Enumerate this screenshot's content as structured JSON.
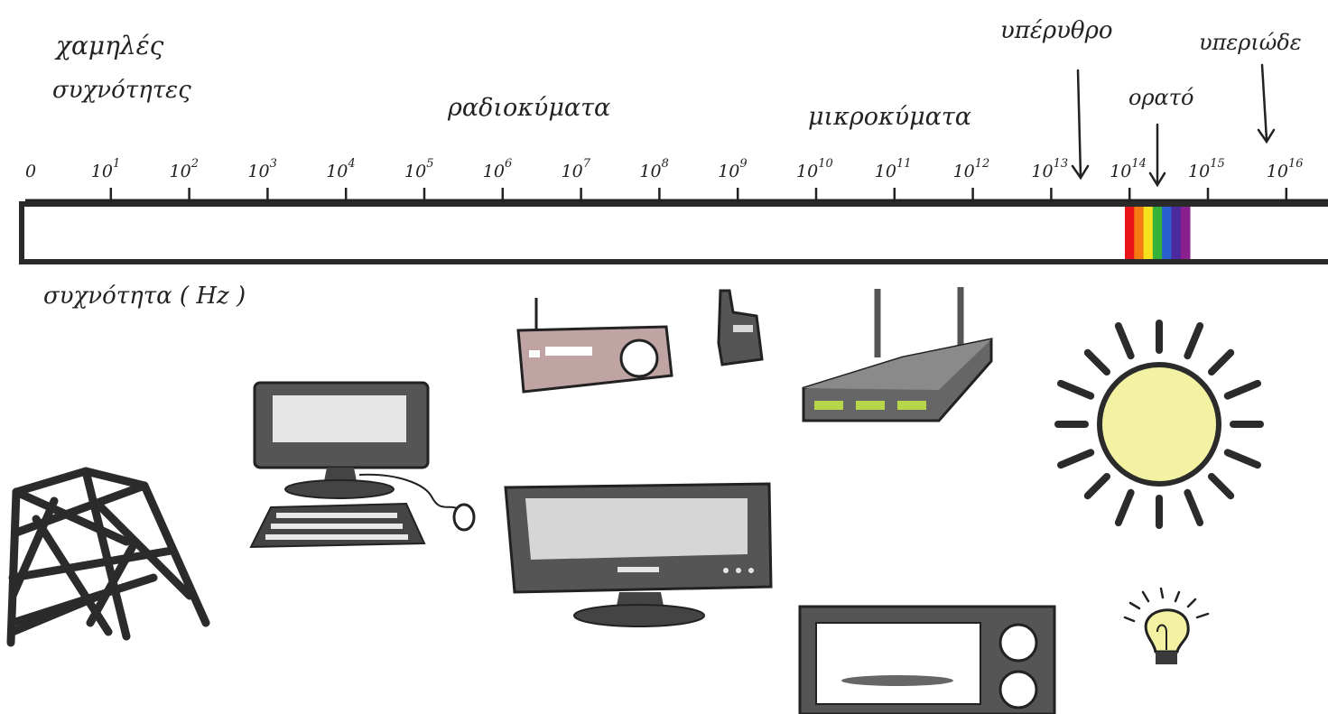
{
  "labels": {
    "low_freq_line1": "χαμηλές",
    "low_freq_line2": "συχνότητες",
    "radio_waves": "ραδιοκύματα",
    "microwaves": "μικροκύματα",
    "infrared": "υπέρυθρο",
    "ultraviolet": "υπεριώδε",
    "visible": "ορατό",
    "frequency_axis": "συχνότητα ( Hz )"
  },
  "scale": {
    "ticks": [
      {
        "base": "0",
        "exp": ""
      },
      {
        "base": "10",
        "exp": "1"
      },
      {
        "base": "10",
        "exp": "2"
      },
      {
        "base": "10",
        "exp": "3"
      },
      {
        "base": "10",
        "exp": "4"
      },
      {
        "base": "10",
        "exp": "5"
      },
      {
        "base": "10",
        "exp": "6"
      },
      {
        "base": "10",
        "exp": "7"
      },
      {
        "base": "10",
        "exp": "8"
      },
      {
        "base": "10",
        "exp": "9"
      },
      {
        "base": "10",
        "exp": "10"
      },
      {
        "base": "10",
        "exp": "11"
      },
      {
        "base": "10",
        "exp": "12"
      },
      {
        "base": "10",
        "exp": "13"
      },
      {
        "base": "10",
        "exp": "14"
      },
      {
        "base": "10",
        "exp": "15"
      },
      {
        "base": "10",
        "exp": "16"
      }
    ]
  },
  "spectrum_colors": [
    "#e8141a",
    "#f47a14",
    "#f6e21c",
    "#35b23a",
    "#2a5fd0",
    "#4b2aa0",
    "#8a1f8f"
  ],
  "devices": [
    {
      "name": "transmission-tower",
      "label": "pylon"
    },
    {
      "name": "desktop-computer",
      "label": "computer"
    },
    {
      "name": "radio",
      "label": "radio"
    },
    {
      "name": "walkie-talkie",
      "label": "mobile"
    },
    {
      "name": "wifi-router",
      "label": "router"
    },
    {
      "name": "flat-tv",
      "label": "tv"
    },
    {
      "name": "microwave-oven",
      "label": "microwave"
    },
    {
      "name": "sun",
      "label": "sun"
    },
    {
      "name": "light-bulb",
      "label": "bulb"
    }
  ]
}
